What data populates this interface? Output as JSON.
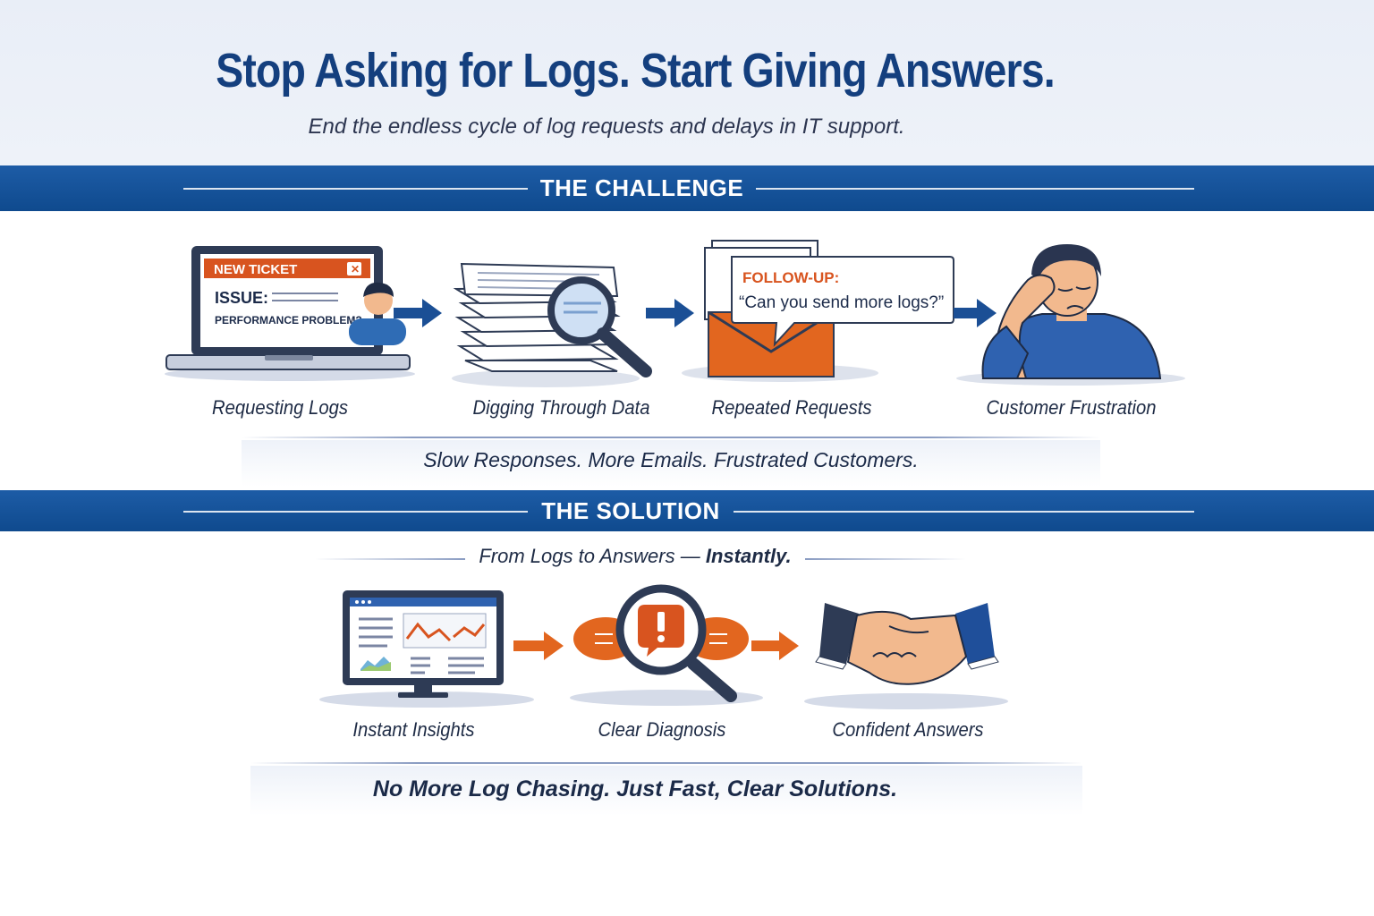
{
  "header": {
    "title": "Stop Asking for Logs. Start Giving Answers.",
    "subtitle": "End the endless cycle of log requests and delays in IT support."
  },
  "challenge": {
    "heading": "THE CHALLENGE",
    "ticket": {
      "tag": "NEW TICKET",
      "issue_label": "ISSUE:",
      "issue_text": "PERFORMANCE PROBLEM?"
    },
    "followup": {
      "label": "FOLLOW-UP:",
      "quote": "“Can you send more logs?”"
    },
    "steps": [
      {
        "label": "Requesting Logs",
        "icon": "laptop-ticket-icon"
      },
      {
        "label": "Digging Through Data",
        "icon": "document-stack-magnifier-icon"
      },
      {
        "label": "Repeated Requests",
        "icon": "envelope-followup-icon"
      },
      {
        "label": "Customer Frustration",
        "icon": "frustrated-person-icon"
      }
    ],
    "summary": "Slow Responses. More Emails. Frustrated Customers."
  },
  "solution": {
    "heading": "THE SOLUTION",
    "tagline_prefix": "From Logs to Answers —",
    "tagline_emphasis": "Instantly.",
    "steps": [
      {
        "label": "Instant Insights",
        "icon": "dashboard-monitor-icon"
      },
      {
        "label": "Clear Diagnosis",
        "icon": "magnifier-alert-icon"
      },
      {
        "label": "Confident Answers",
        "icon": "handshake-icon"
      }
    ],
    "summary": "No More Log Chasing. Just Fast, Clear Solutions."
  },
  "colors": {
    "primary_blue": "#143f7e",
    "band_blue": "#0f4a8e",
    "accent_orange": "#e2661f",
    "ticket_orange": "#d8541f"
  }
}
